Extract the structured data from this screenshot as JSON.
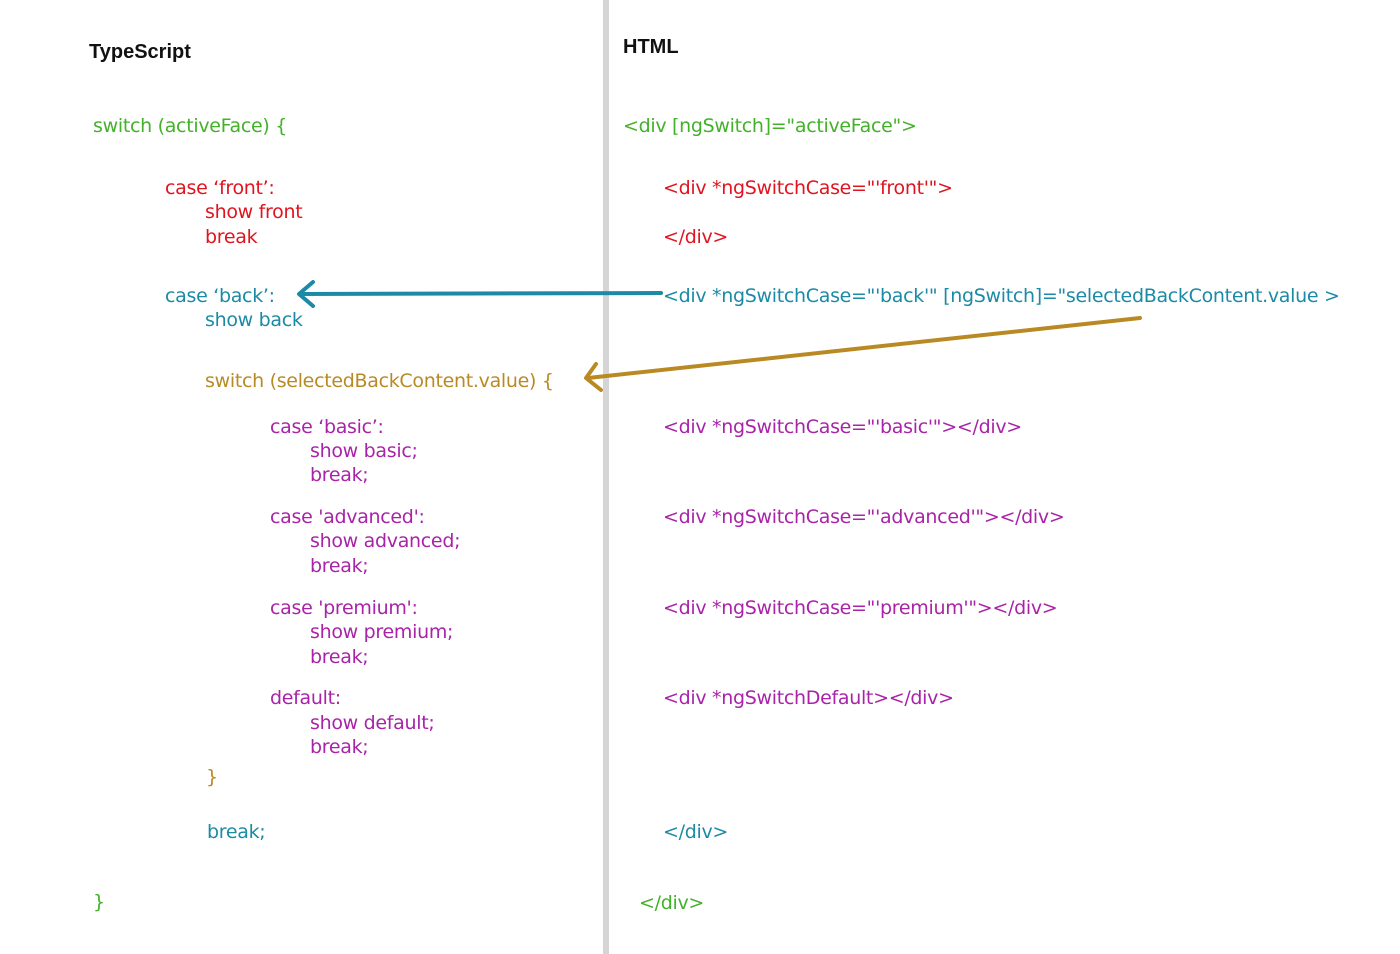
{
  "colors": {
    "outer_switch": "#44b12a",
    "front_case": "#e0141e",
    "back_case": "#1c8aa6",
    "inner_switch": "#b98a24",
    "inner_cases": "#a923a8",
    "divider": "#d5d5d5"
  },
  "typescript": {
    "header": "TypeScript",
    "switch_open": "switch (activeFace) {",
    "case_front": "case ‘front’:",
    "show_front": "show front",
    "break_front": "break",
    "case_back": "case ‘back’:",
    "show_back": "show back",
    "inner_switch_open": "switch (selectedBackContent.value) {",
    "case_basic": "case ‘basic’:",
    "show_basic": "show basic;",
    "break_basic": "break;",
    "case_advanced": "case 'advanced':",
    "show_advanced": "show advanced;",
    "break_advanced": "break;",
    "case_premium": "case 'premium':",
    "show_premium": "show premium;",
    "break_premium": "break;",
    "default": "default:",
    "show_default": "show default;",
    "break_default": "break;",
    "inner_switch_close": "}",
    "break_back": "break;",
    "switch_close": "}"
  },
  "html": {
    "header": "HTML",
    "div_switch": "<div [ngSwitch]=\"activeFace\">",
    "div_front_open": "<div *ngSwitchCase=\"'front'\">",
    "div_front_close": "</div>",
    "div_back_open": "<div *ngSwitchCase=\"'back'\" [ngSwitch]=\"selectedBackContent.value >",
    "div_basic": "<div *ngSwitchCase=\"'basic'\"></div>",
    "div_advanced": "<div *ngSwitchCase=\"'advanced'\"></div>",
    "div_premium": "<div *ngSwitchCase=\"'premium'\"></div>",
    "div_default": "<div *ngSwitchDefault></div>",
    "div_back_close": "</div>",
    "div_switch_close": "</div>"
  }
}
